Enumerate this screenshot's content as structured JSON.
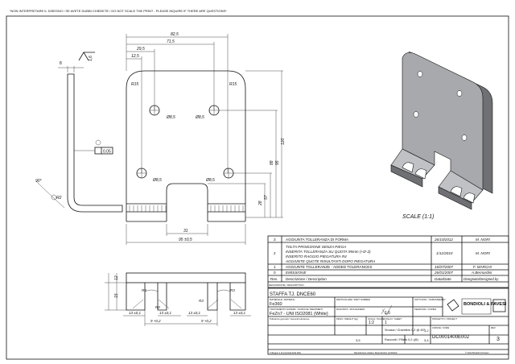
{
  "note": "*NON INTERPRETARE IL DISEGNO / SE AVETE DUBBI CHIEDETE / DO NOT SCALE THE PRINT - PLEASE INQUIRE IF THERE ARE QUESTIONS*",
  "front_view": {
    "dims": [
      "82,5",
      "71,5",
      "29,5",
      "12,5",
      "R15",
      "R15",
      "Ø8,5",
      "Ø8,5",
      "Ø8,5",
      "Ø8,5",
      "120",
      "95",
      "88",
      "57",
      "28",
      "31",
      "95 ±0,5"
    ],
    "balloon": "2"
  },
  "side_view": {
    "roughness": "1,6",
    "thickness": "8",
    "flatness": "0.05",
    "angle": "90°",
    "radius": "R2"
  },
  "bottom_view": {
    "dims": [
      "13 ±0,1",
      "13 ±0,1",
      "13 ±0,1",
      "13 ±0,1",
      "9 +0,2",
      "9 +0,2",
      "R3",
      "R3",
      "R3",
      "R3",
      "12",
      "15"
    ]
  },
  "iso_view": {
    "scale_label": "SCALE (1:1)"
  },
  "revisions": {
    "rows": [
      {
        "rev": "3",
        "desc": [
          "AGGIUNTA TOLLERANZA DI FORMA"
        ],
        "date": "26/10/2012",
        "by": "M. NORI"
      },
      {
        "rev": "2",
        "desc": [
          "TOLTA PROIEZIONE SENZA PIEGA",
          "INSERITA TOLLERANZA SU QUOTA 95mm (+0/-2)",
          "INSERITO RAGGIO PIEGATURA R4",
          "AGGIUNTE QUOTE RISULTANTI DOPO PIEGATURA"
        ],
        "date": "1/12/2010",
        "by": "M. NORI"
      },
      {
        "rev": "1",
        "desc": [
          "AGGIUNTE TOLLERANZE - ADDED TOLERANCES"
        ],
        "date": "16/07/2007",
        "by": "F. MARCHI"
      },
      {
        "rev": "0",
        "desc": [
          "EMISSIONE"
        ],
        "date": "26/01/2007",
        "by": "A.Bernardini"
      }
    ],
    "header": {
      "rev": "Rev.",
      "desc": "Descrizione / Description",
      "date": "Data/Date",
      "by": "Disegnato/Designed by"
    },
    "below": "DESCRIZIONE / DESCRIPTION"
  },
  "title_block": {
    "title": "STAFFA TJ. DNCE60",
    "material_label": "MATERIALE / MATERIAL",
    "material": "Fe360",
    "treatment_label": "TRATTAMENTO SUPERF. / SURFACE TREATMENT",
    "treatment": "FeZn7 - UNI ISO2081 (White)",
    "part_label": "PARTICOLARE / PART NUMBER",
    "roughness_label": "RUGOSITA' / ROUGHNESS",
    "roughness": "1,6",
    "subassy_label": "SOTTOASS. / SUBASSEMBLY",
    "copies_label": "PEZZI/ASS / COPIES",
    "weight_label": "PESO / WEIGHT (kg)",
    "scale_label": "SCALA / SCALE",
    "scale": "1:2",
    "sheet_label": "FOGLIO / SHEET",
    "sheet": "1",
    "tol_label": "Tolleranze generali / General tolerances",
    "chamfer": "Smussi / Chamfers 0,2 @ 45°",
    "fillet": "Raccordi / Fillets 0,2 (@)",
    "v32a": "3,2",
    "v32b": "3,2",
    "v35": "3,5",
    "v34": "3,4",
    "company": "BONDIOLI & PAVESI",
    "drawing_code_label": "CODICE / CODE",
    "drawing_code": "DC0001400E002",
    "rev_label": "REV.",
    "rev": "3",
    "project_label": "PROGETTO / PROJECT",
    "footer_left": "Il disegno è di proprietà della ditta",
    "footer_mid": "Riproduzione vietata / Reproduction prohibited",
    "footer_right": "© 2012 Bondioli & Pavesi"
  },
  "colors": {
    "line": "#111111",
    "iso_fill": "#a7a9ad",
    "iso_dark": "#6e7074"
  }
}
